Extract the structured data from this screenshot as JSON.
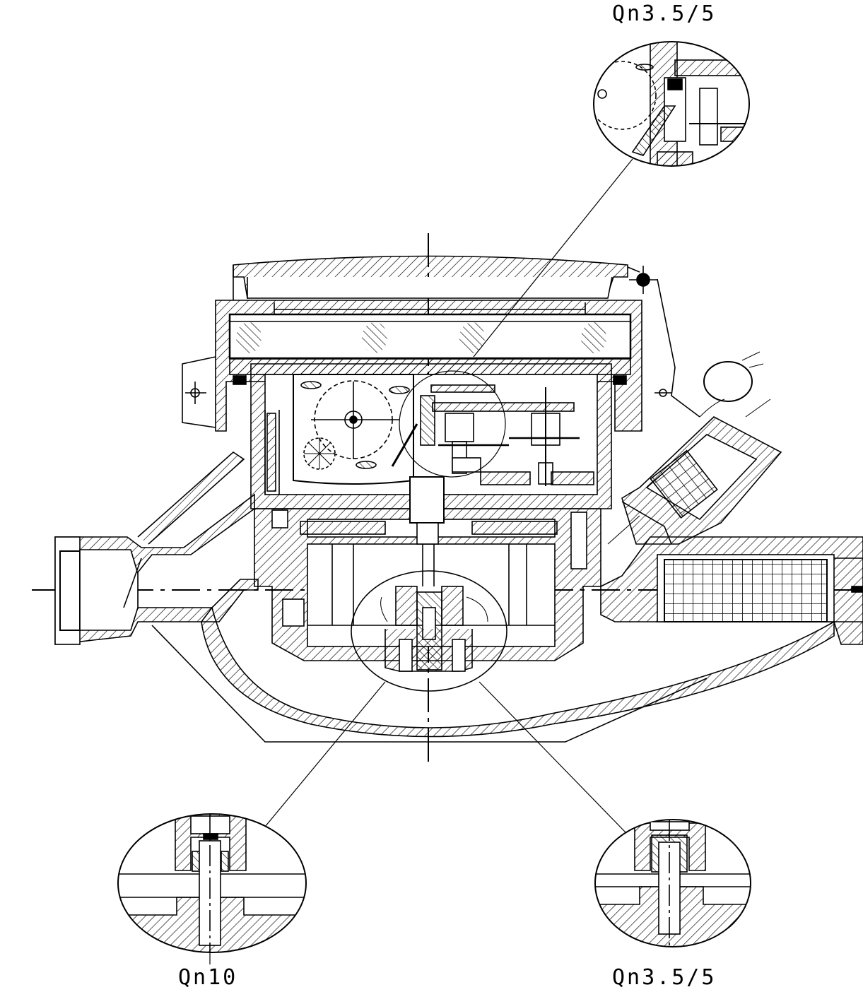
{
  "labels": {
    "detail_top": "Qn3.5/5",
    "detail_bottom_left": "Qn10",
    "detail_bottom_right": "Qn3.5/5"
  },
  "colors": {
    "line": "#000000",
    "background": "#ffffff"
  }
}
